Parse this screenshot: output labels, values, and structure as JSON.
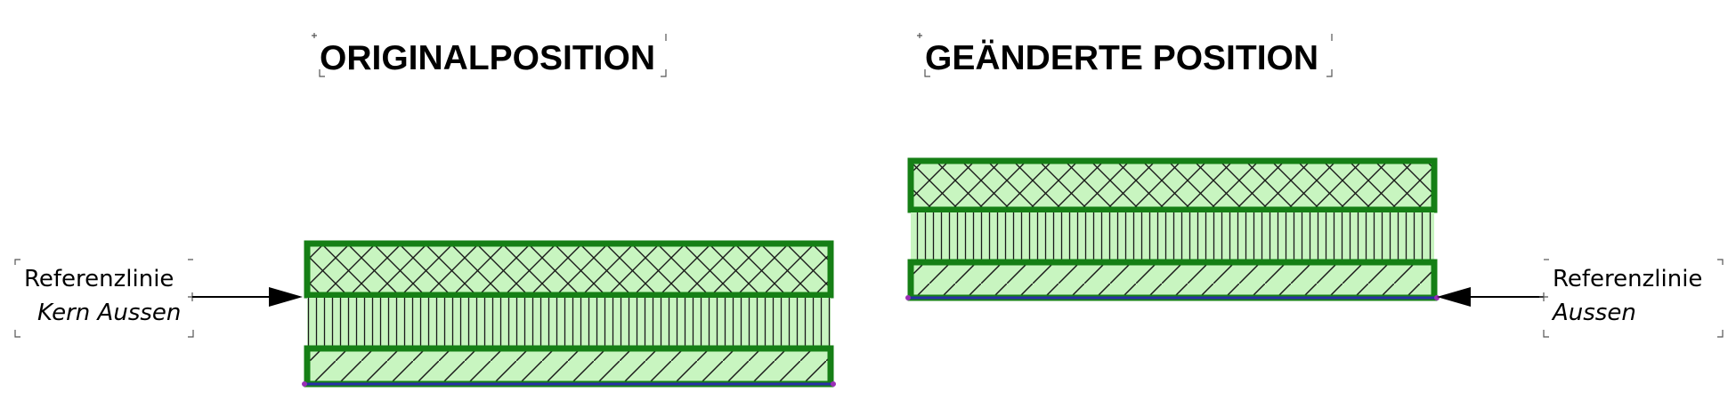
{
  "titles": {
    "original": "ORIGINALPOSITION",
    "changed": "GEÄNDERTE POSITION"
  },
  "left_label": {
    "line1": "Referenzlinie",
    "line2": "Kern Aussen"
  },
  "right_label": {
    "line1": "Referenzlinie",
    "line2": "Aussen"
  },
  "colors": {
    "frame": "#157f15",
    "fill": "#c8f5c0",
    "hatch": "#1a1a1a",
    "reference_line": "#2a2fa8",
    "corner_dot": "#9a2fb5",
    "arrow": "#000000"
  }
}
